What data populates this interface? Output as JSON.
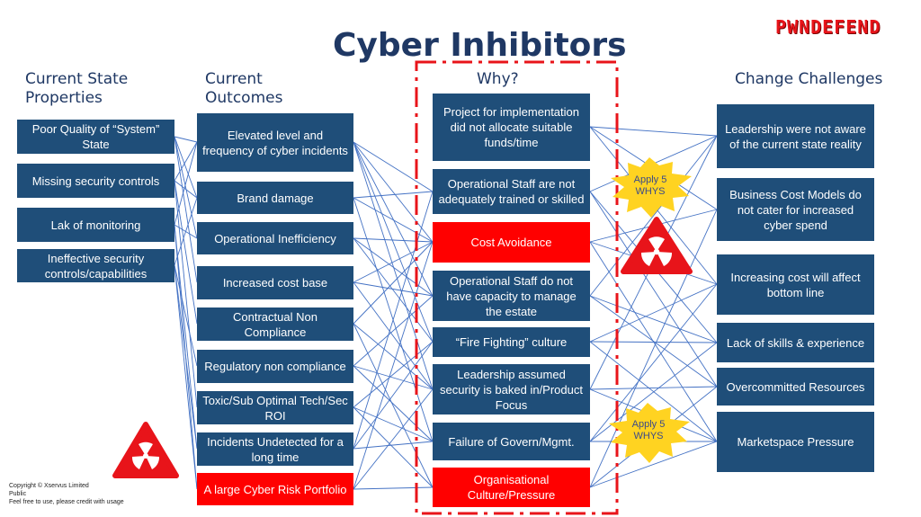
{
  "title": "Cyber Inhibitors",
  "logo": "PWNDEFEND",
  "headers": {
    "current_state": [
      "Current State",
      "Properties"
    ],
    "current_outcomes": [
      "Current",
      "Outcomes"
    ],
    "why": "Why?",
    "change_challenges": "Change Challenges"
  },
  "current_state": [
    "Poor Quality of “System” State",
    "Missing security controls",
    "Lak of monitoring",
    "Ineffective security controls/capabilities"
  ],
  "current_outcomes": [
    "Elevated level and frequency of cyber incidents",
    "Brand damage",
    "Operational Inefficiency",
    "Increased cost base",
    "Contractual Non Compliance",
    "Regulatory non compliance",
    "Toxic/Sub Optimal Tech/Sec ROI",
    "Incidents Undetected for a long time",
    "A large Cyber Risk Portfolio"
  ],
  "why": [
    "Project for implementation did not allocate suitable funds/time",
    "Operational Staff are not adequately trained or skilled",
    "Cost Avoidance",
    "Operational Staff do not have capacity to manage the estate",
    "“Fire Fighting” culture",
    "Leadership assumed security is baked in/Product Focus",
    "Failure of Govern/Mgmt.",
    "Organisational Culture/Pressure"
  ],
  "change_challenges": [
    "Leadership were not aware of the current state reality",
    "Business Cost Models do not cater for increased cyber spend",
    "Increasing cost will affect bottom line",
    "Lack of skills & experience",
    "Overcommitted Resources",
    "Marketspace Pressure"
  ],
  "bursts": [
    "Apply 5 WHYS",
    "Apply 5 WHYS"
  ],
  "copyright": [
    "Copyright © Xservus Limited",
    "Public",
    "Feel free to use, please credit with usage"
  ],
  "colors": {
    "box": "#1f4e79",
    "highlight": "#ff0000",
    "line": "#4472c4",
    "title": "#1f3864",
    "burst": "#ffd321"
  }
}
